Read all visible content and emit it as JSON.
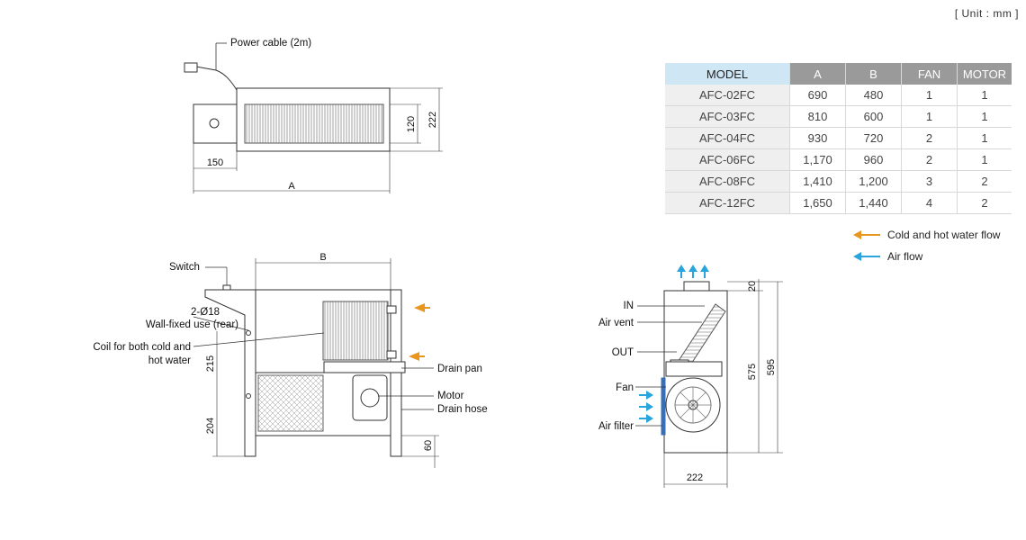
{
  "unit_label": "[ Unit : mm ]",
  "table": {
    "headers": [
      "MODEL",
      "A",
      "B",
      "FAN",
      "MOTOR"
    ],
    "rows": [
      [
        "AFC-02FC",
        "690",
        "480",
        "1",
        "1"
      ],
      [
        "AFC-03FC",
        "810",
        "600",
        "1",
        "1"
      ],
      [
        "AFC-04FC",
        "930",
        "720",
        "2",
        "1"
      ],
      [
        "AFC-06FC",
        "1,170",
        "960",
        "2",
        "1"
      ],
      [
        "AFC-08FC",
        "1,410",
        "1,200",
        "3",
        "2"
      ],
      [
        "AFC-12FC",
        "1,650",
        "1,440",
        "4",
        "2"
      ]
    ]
  },
  "legend": {
    "water_flow": "Cold and hot water flow",
    "air_flow": "Air flow"
  },
  "colors": {
    "water_flow": "#e8961e",
    "air_flow": "#2aa4dc",
    "header_model": "#cfe6f5",
    "header_other": "#9a9a9a"
  },
  "top_view": {
    "power_cable": "Power cable (2m)",
    "dim_150": "150",
    "dim_A": "A",
    "dim_120": "120",
    "dim_222": "222"
  },
  "front_view": {
    "switch": "Switch",
    "hole_line1": "2-Ø18",
    "hole_line2": "Wall-fixed use (rear)",
    "coil_line1": "Coil for both cold and",
    "coil_line2": "hot water",
    "drain_pan": "Drain pan",
    "motor": "Motor",
    "drain_hose": "Drain hose",
    "dim_B": "B",
    "dim_215": "215",
    "dim_204": "204",
    "dim_60": "60"
  },
  "side_view": {
    "in": "IN",
    "air_vent": "Air vent",
    "out": "OUT",
    "fan": "Fan",
    "air_filter": "Air filter",
    "dim_20": "20",
    "dim_575": "575",
    "dim_595": "595",
    "dim_222": "222"
  }
}
